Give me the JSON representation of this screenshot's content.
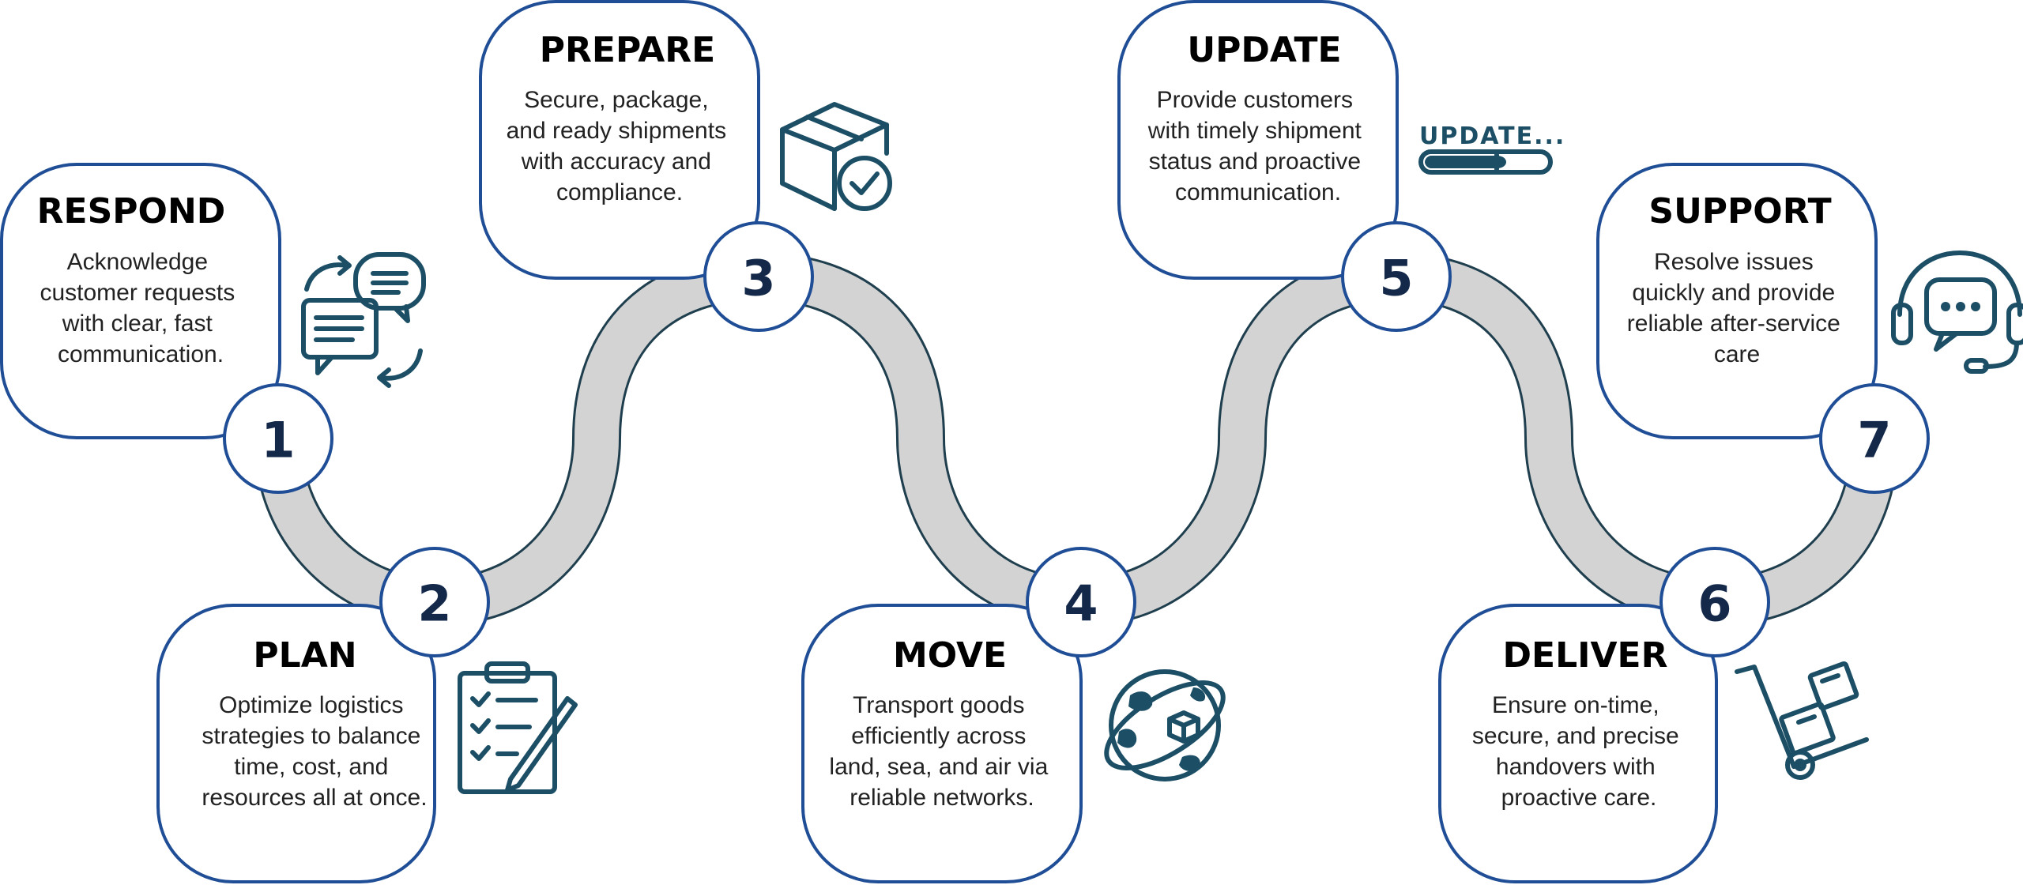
{
  "colors": {
    "accent": "#1f4e96",
    "track": "#d3d3d3",
    "track_outline": "#1f3f4f",
    "number": "#14294a",
    "icon": "#1c4f66"
  },
  "steps": [
    {
      "number": "1",
      "title": "RESPOND",
      "lines": [
        "Acknowledge",
        "customer requests",
        "with clear, fast",
        "communication."
      ],
      "icon": "chat-exchange-icon"
    },
    {
      "number": "2",
      "title": "PLAN",
      "lines": [
        "Optimize logistics",
        "strategies to balance",
        "time, cost, and",
        "resources all at once."
      ],
      "icon": "clipboard-checklist-icon"
    },
    {
      "number": "3",
      "title": "PREPARE",
      "lines": [
        "Secure, package,",
        "and ready shipments",
        "with accuracy and",
        "compliance."
      ],
      "icon": "package-check-icon"
    },
    {
      "number": "4",
      "title": "MOVE",
      "lines": [
        "Transport goods",
        "efficiently across",
        "land, sea, and air via",
        "reliable networks."
      ],
      "icon": "globe-package-icon"
    },
    {
      "number": "5",
      "title": "UPDATE",
      "lines": [
        "Provide customers",
        "with timely shipment",
        "status and proactive",
        "communication."
      ],
      "icon": "update-progress-icon"
    },
    {
      "number": "6",
      "title": "DELIVER",
      "lines": [
        "Ensure on-time,",
        "secure, and precise",
        "handovers with",
        "proactive care."
      ],
      "icon": "hand-truck-icon"
    },
    {
      "number": "7",
      "title": "SUPPORT",
      "lines": [
        "Resolve issues",
        "quickly and provide",
        "reliable after-service",
        "care"
      ],
      "icon": "headset-chat-icon"
    }
  ],
  "update_icon_text": "UPDATE..."
}
